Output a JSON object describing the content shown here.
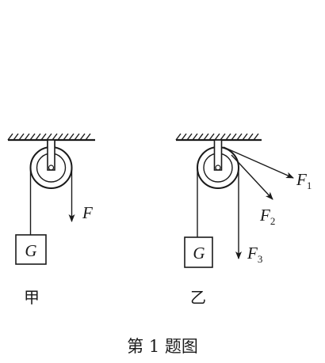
{
  "diagram": {
    "stroke_color": "#1a1a1a",
    "background": "#ffffff",
    "left": {
      "load_label": "G",
      "force_label": "F",
      "caption": "甲"
    },
    "right": {
      "load_label": "G",
      "forces": [
        {
          "symbol": "F",
          "subscript": "1"
        },
        {
          "symbol": "F",
          "subscript": "2"
        },
        {
          "symbol": "F",
          "subscript": "3"
        }
      ],
      "caption": "乙"
    },
    "figure_caption": "第 1 题图"
  }
}
